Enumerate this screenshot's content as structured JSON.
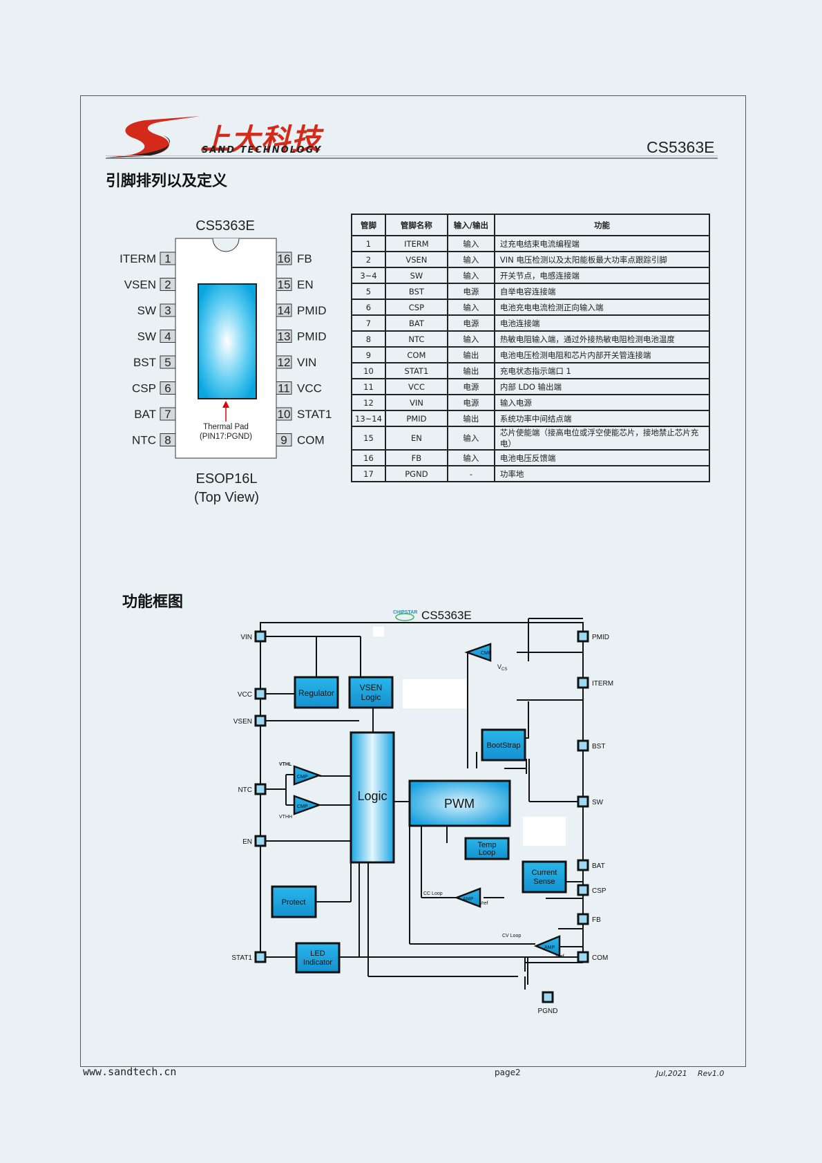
{
  "header": {
    "logo_cn": "上大科技",
    "logo_en": "SAND TECHNOLOGY",
    "model": "CS5363E"
  },
  "sections": {
    "pinout_title": "引脚排列以及定义",
    "block_title": "功能框图"
  },
  "package": {
    "chip_label": "CS5363E",
    "package_name": "ESOP16L",
    "view": "(Top View)",
    "thermal_pad_line1": "Thermal Pad",
    "thermal_pad_line2": "(PIN17:PGND)",
    "left_pins": [
      {
        "num": "1",
        "name": "ITERM"
      },
      {
        "num": "2",
        "name": "VSEN"
      },
      {
        "num": "3",
        "name": "SW"
      },
      {
        "num": "4",
        "name": "SW"
      },
      {
        "num": "5",
        "name": "BST"
      },
      {
        "num": "6",
        "name": "CSP"
      },
      {
        "num": "7",
        "name": "BAT"
      },
      {
        "num": "8",
        "name": "NTC"
      }
    ],
    "right_pins": [
      {
        "num": "16",
        "name": "FB"
      },
      {
        "num": "15",
        "name": "EN"
      },
      {
        "num": "14",
        "name": "PMID"
      },
      {
        "num": "13",
        "name": "PMID"
      },
      {
        "num": "12",
        "name": "VIN"
      },
      {
        "num": "11",
        "name": "VCC"
      },
      {
        "num": "10",
        "name": "STAT1"
      },
      {
        "num": "9",
        "name": "COM"
      }
    ]
  },
  "pin_table": {
    "headers": [
      "管脚",
      "管脚名称",
      "输入/输出",
      "功能"
    ],
    "rows": [
      [
        "1",
        "ITERM",
        "输入",
        "过充电结束电流编程端"
      ],
      [
        "2",
        "VSEN",
        "输入",
        "VIN 电压检测以及太阳能板最大功率点跟踪引脚"
      ],
      [
        "3~4",
        "SW",
        "输入",
        "开关节点，电感连接端"
      ],
      [
        "5",
        "BST",
        "电源",
        "自举电容连接端"
      ],
      [
        "6",
        "CSP",
        "输入",
        "电池充电电流检测正向输入端"
      ],
      [
        "7",
        "BAT",
        "电源",
        "电池连接端"
      ],
      [
        "8",
        "NTC",
        "输入",
        "热敏电阻输入端，通过外接热敏电阻检测电池温度"
      ],
      [
        "9",
        "COM",
        "输出",
        "电池电压检测电阻和芯片内部开关管连接端"
      ],
      [
        "10",
        "STAT1",
        "输出",
        "充电状态指示端口 1"
      ],
      [
        "11",
        "VCC",
        "电源",
        "内部 LDO 输出端"
      ],
      [
        "12",
        "VIN",
        "电源",
        "输入电源"
      ],
      [
        "13~14",
        "PMID",
        "输出",
        "系统功率中间结点端"
      ],
      [
        "15",
        "EN",
        "输入",
        "芯片使能端（接高电位或浮空使能芯片，接地禁止芯片充电）"
      ],
      [
        "16",
        "FB",
        "输入",
        "电池电压反馈端"
      ],
      [
        "17",
        "PGND",
        "-",
        "功率地"
      ]
    ]
  },
  "block_diagram": {
    "chipstar": "CHIPSTAR",
    "title": "CS5363E",
    "left_pins": [
      "VIN",
      "VCC",
      "VSEN",
      "NTC",
      "EN",
      "STAT1"
    ],
    "right_pins": [
      "PMID",
      "ITERM",
      "BST",
      "SW",
      "BAT",
      "CSP",
      "FB",
      "COM"
    ],
    "bottom_pin": "PGND",
    "blocks": {
      "regulator": "Regulator",
      "vsen_logic_1": "VSEN",
      "vsen_logic_2": "Logic",
      "logic": "Logic",
      "pwm": "PWM",
      "bootstrap": "BootStrap",
      "temp_loop_1": "Temp",
      "temp_loop_2": "Loop",
      "current_sense_1": "Current",
      "current_sense_2": "Sense",
      "protect": "Protect",
      "led_1": "LED",
      "led_2": "Indicator"
    },
    "labels": {
      "cmp": "CMP",
      "amp": "AMP",
      "vthl": "VTHL",
      "vthh": "VTHH",
      "vcs_v": "V",
      "vcs_sub": "CS",
      "vref": "Vref",
      "cc_loop": "CC Loop",
      "cv_loop": "CV Loop"
    }
  },
  "footer": {
    "website": "www.sandtech.cn",
    "page": "page2",
    "date": "Jul,2021",
    "rev": "Rev1.0"
  }
}
